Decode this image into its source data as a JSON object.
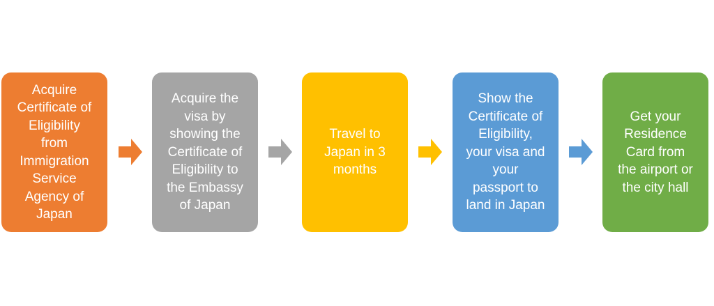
{
  "colors": {
    "orange": "#ed7d31",
    "gray": "#a5a5a5",
    "yellow": "#ffc000",
    "blue": "#5b9bd5",
    "green": "#70ad47",
    "text": "#ffffff"
  },
  "steps": [
    {
      "label": "Acquire\nCertificate of\nEligibility\nfrom\nImmigration\nService\nAgency of\nJapan"
    },
    {
      "label": "Acquire the\nvisa by\nshowing the\nCertificate of\nEligibility to\nthe Embassy\nof Japan"
    },
    {
      "label": "Travel to\nJapan in 3\nmonths"
    },
    {
      "label": "Show the\nCertificate of\nEligibility,\nyour visa and\nyour\npassport to\nland in Japan"
    },
    {
      "label": "Get your\nResidence\nCard from\nthe airport or\nthe city hall"
    }
  ],
  "arrows": [
    {
      "icon": "right-arrow-icon",
      "color": "#ed7d31"
    },
    {
      "icon": "right-arrow-icon",
      "color": "#a5a5a5"
    },
    {
      "icon": "right-arrow-icon",
      "color": "#ffc000"
    },
    {
      "icon": "right-arrow-icon",
      "color": "#5b9bd5"
    }
  ]
}
